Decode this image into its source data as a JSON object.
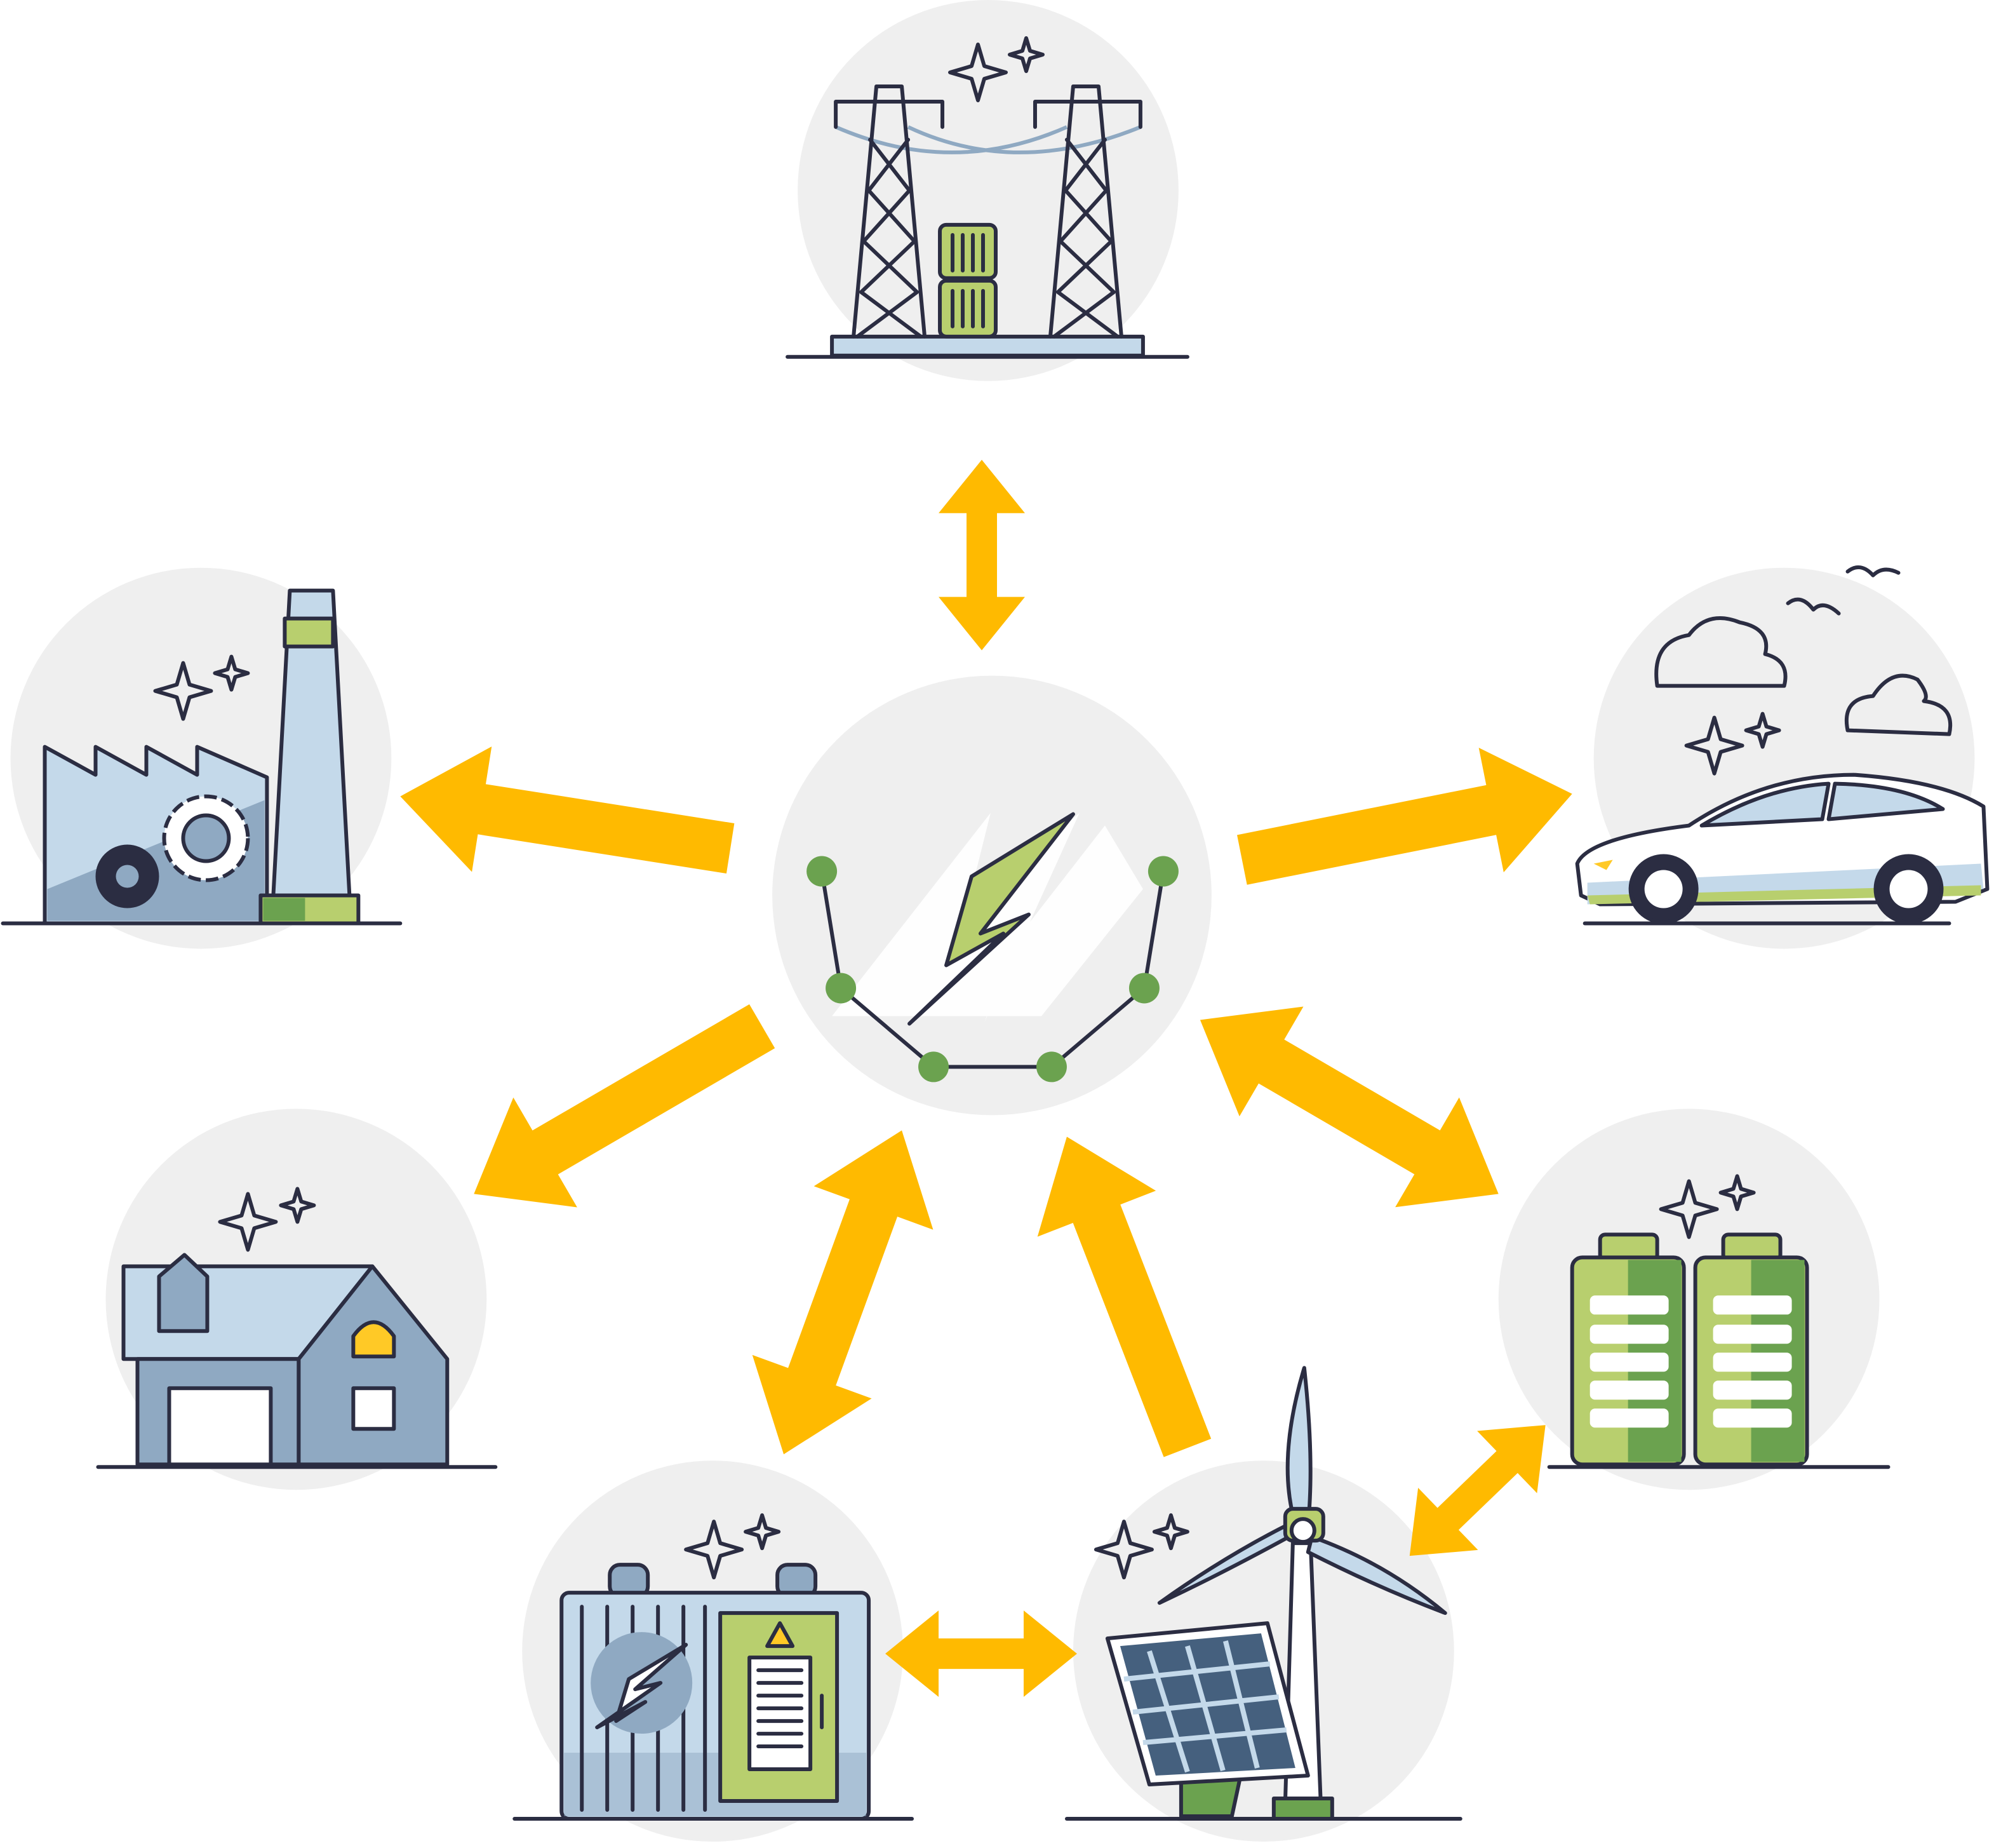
{
  "diagram": {
    "title_visible": false,
    "hub": {
      "icon": "smart-grid-lightning-icon"
    },
    "nodes": [
      {
        "id": "transmission",
        "icon": "power-towers-icon"
      },
      {
        "id": "industry",
        "icon": "factory-icon"
      },
      {
        "id": "mobility",
        "icon": "electric-car-icon"
      },
      {
        "id": "residential",
        "icon": "house-icon"
      },
      {
        "id": "storage",
        "icon": "batteries-icon"
      },
      {
        "id": "substation",
        "icon": "transformer-icon"
      },
      {
        "id": "renewables",
        "icon": "wind-solar-icon"
      }
    ],
    "flows": [
      {
        "from": "hub",
        "to": "transmission",
        "bidirectional": true
      },
      {
        "from": "hub",
        "to": "industry",
        "bidirectional": false
      },
      {
        "from": "hub",
        "to": "mobility",
        "bidirectional": false
      },
      {
        "from": "hub",
        "to": "residential",
        "bidirectional": false
      },
      {
        "from": "hub",
        "to": "storage",
        "bidirectional": true
      },
      {
        "from": "hub",
        "to": "substation",
        "bidirectional": true
      },
      {
        "from": "renewables",
        "to": "hub",
        "bidirectional": false
      },
      {
        "from": "substation",
        "to": "renewables",
        "bidirectional": true
      },
      {
        "from": "renewables",
        "to": "storage",
        "bidirectional": true
      }
    ]
  },
  "colors": {
    "arrow": "#FFBA00",
    "circle": "#EFEFEF",
    "outline": "#2B2D42",
    "green": "#B8CF6E",
    "dark_green": "#6BA24F",
    "light_blue": "#C4D9EA",
    "blue_gray": "#8FA9C2",
    "yellow": "#FFC926"
  }
}
